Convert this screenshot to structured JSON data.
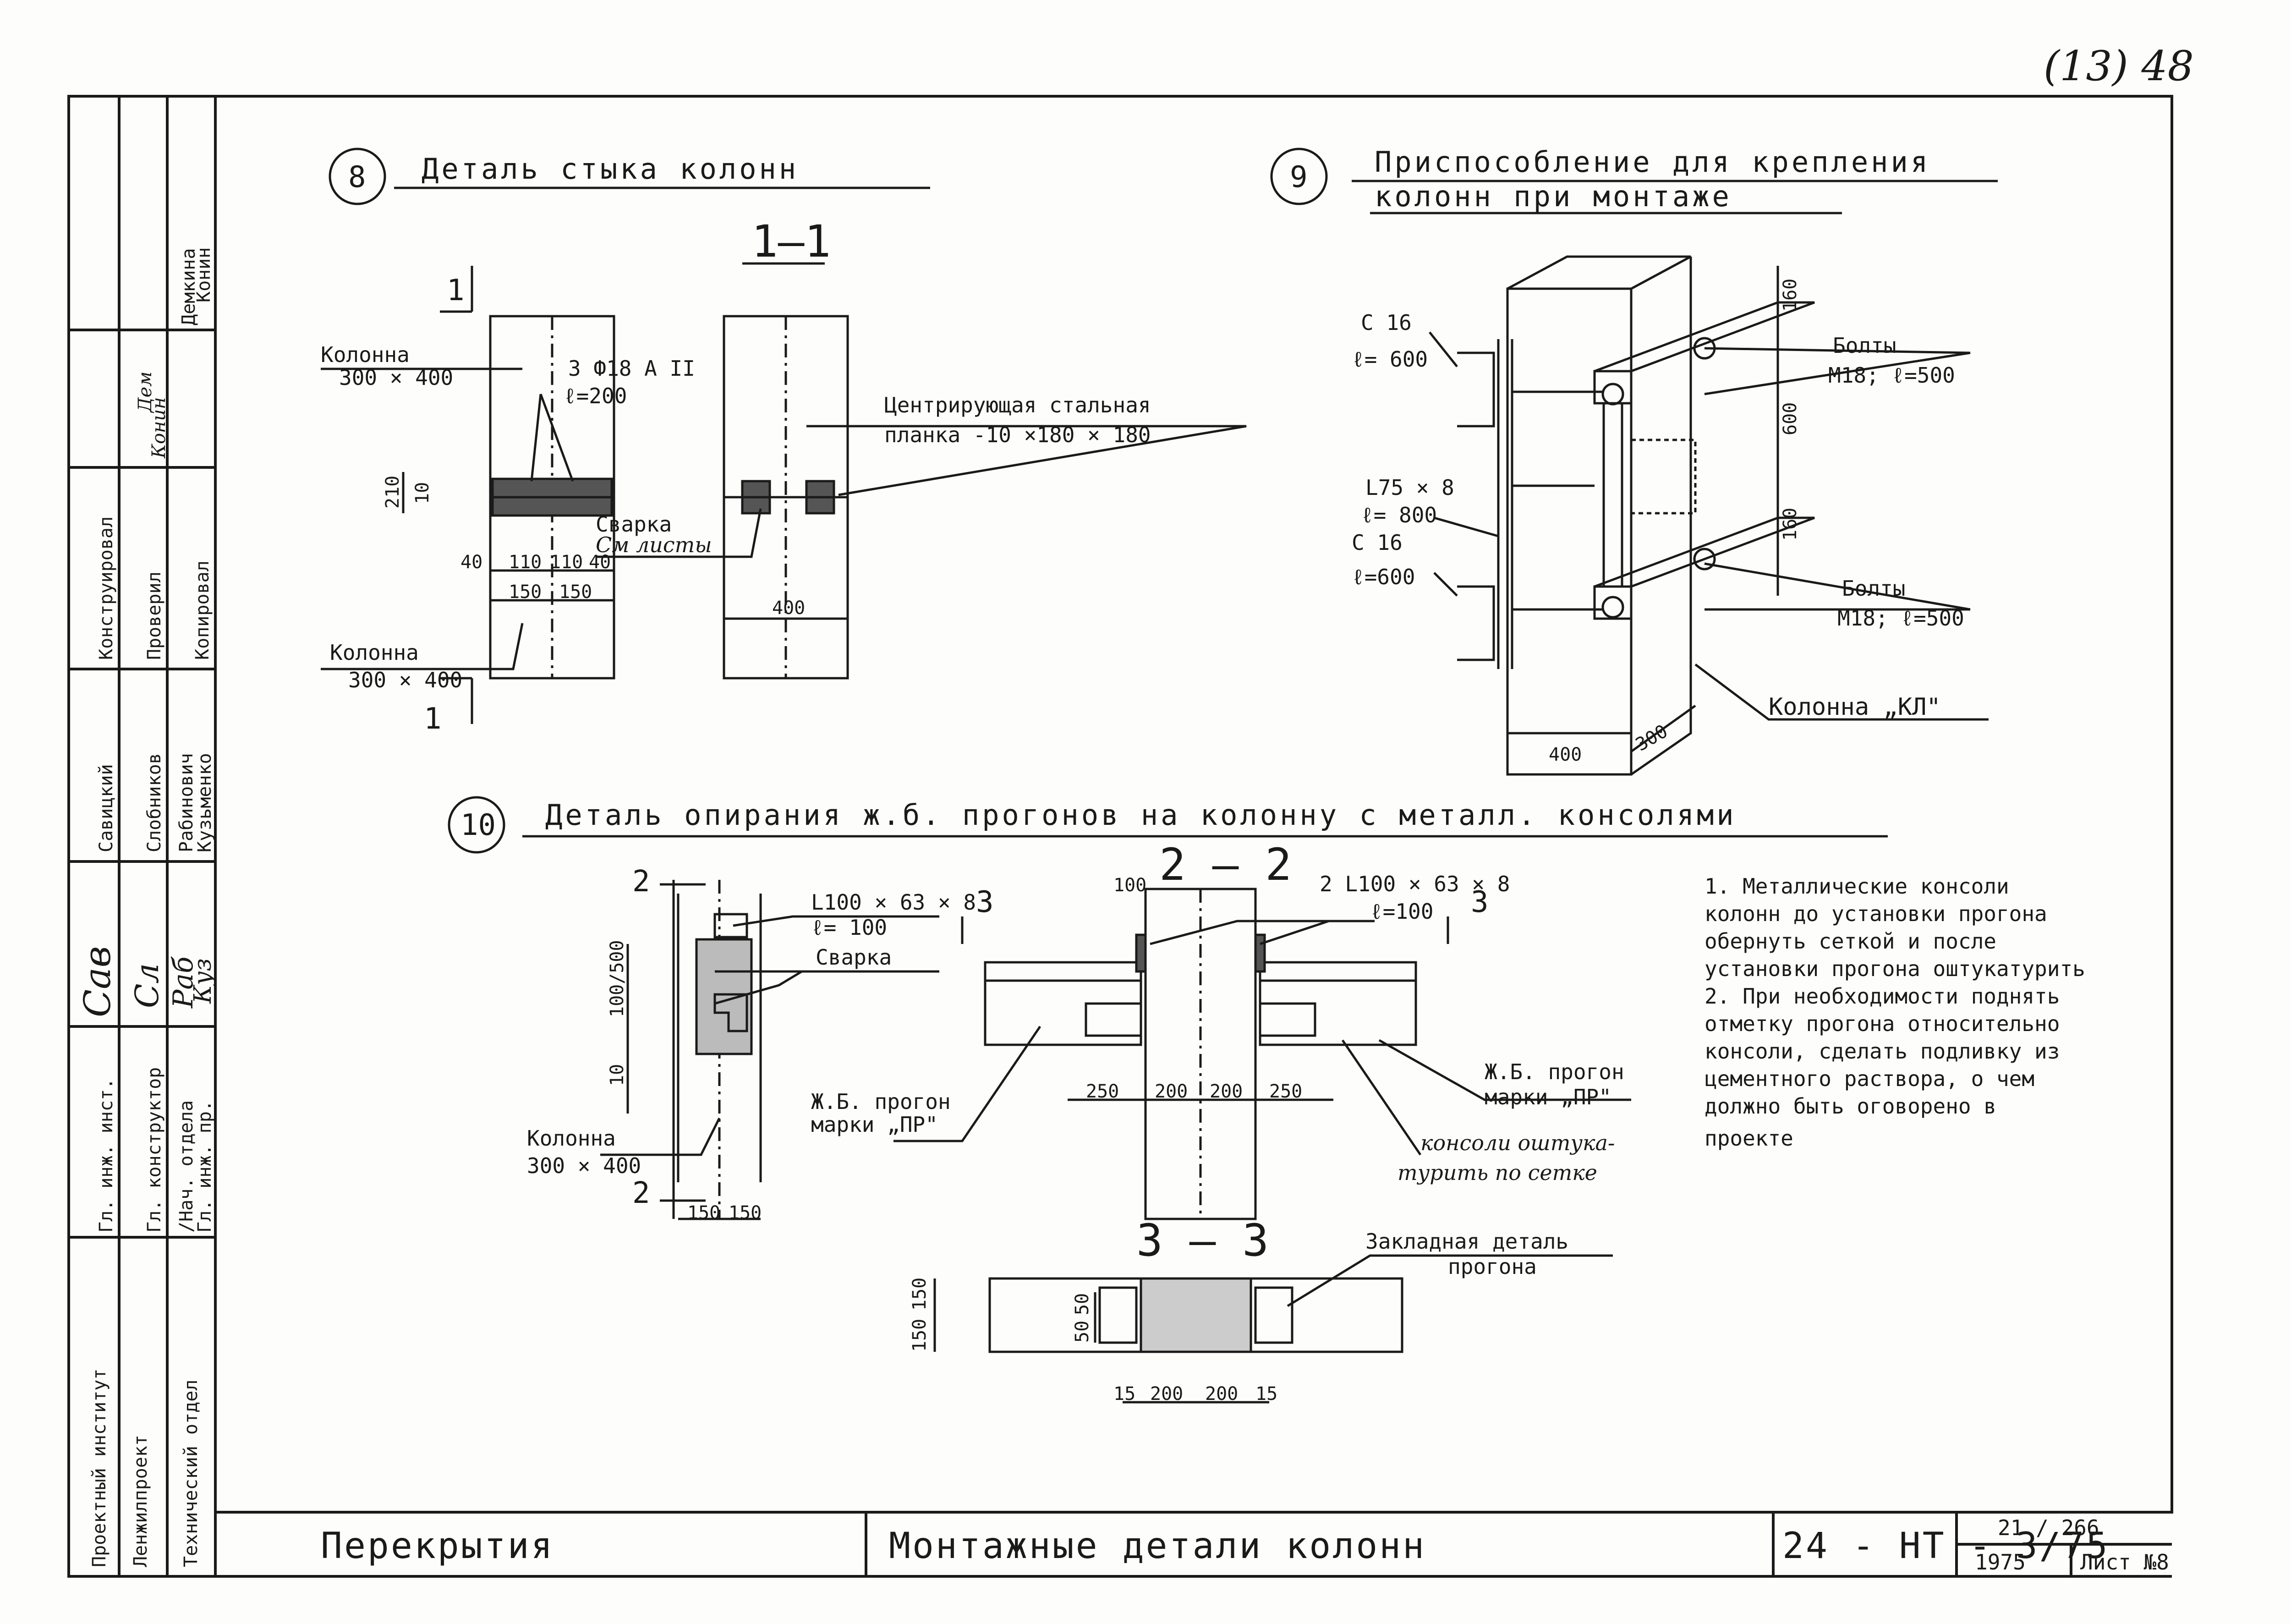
{
  "corner_mark": "(13) 48",
  "side_stamp": {
    "staff": [
      {
        "name": "Демкина",
        "sign": "Дем"
      },
      {
        "name": "Конин",
        "sign": "Конин"
      },
      {
        "role": "Конструировал",
        "name": "Савицкий",
        "sign": "Сав"
      },
      {
        "role": "Проверил",
        "name": "Слобников",
        "sign": "Сл"
      },
      {
        "role": "Копировал",
        "name": "Рабинович",
        "sign": "Раб"
      },
      {
        "name": "Кузьменко",
        "sign": "Куз"
      }
    ],
    "roles": [
      "Гл. инж. инст.",
      "Гл. конструктор",
      "/Нач. отдела",
      "Гл. инж. пр."
    ],
    "org_line1": "Проектный институт",
    "org_line2": "Ленжилпроект",
    "department": "Технический отдел"
  },
  "detail8": {
    "number": "8",
    "title": "Деталь стыка колонн",
    "section_mark": "1",
    "section_label": "1–1",
    "column_top": [
      "Колонна",
      "300 × 400"
    ],
    "column_bottom": [
      "Колонна",
      "300 × 400"
    ],
    "rebar": [
      "3 Ф18 А II",
      "ℓ=200"
    ],
    "plate": [
      "Центрирующая стальная",
      "планка -10 ×180 × 180"
    ],
    "welding": [
      "Сварка",
      "См листы"
    ],
    "dims": [
      "210",
      "10",
      "40",
      "110",
      "110",
      "40",
      "150",
      "150",
      "400"
    ]
  },
  "detail9": {
    "number": "9",
    "title_line1": "Приспособление для крепления",
    "title_line2": "колонн при монтаже",
    "channel_top": [
      "С 16",
      "ℓ= 600"
    ],
    "angle": [
      "L75 × 8",
      "ℓ= 800"
    ],
    "channel_bottom": [
      "С 16",
      "ℓ=600"
    ],
    "bolts_top": [
      "Болты",
      "М18; ℓ=500"
    ],
    "bolts_bottom": [
      "Болты",
      "М18; ℓ=500"
    ],
    "column": "Колонна „КЛ\"",
    "dims": [
      "160",
      "600",
      "160",
      "400",
      "300"
    ]
  },
  "detail10": {
    "number": "10",
    "title": "Деталь опирания ж.б. прогонов на колонну с металл. консолями",
    "angle_left": [
      "L100 × 63 × 8",
      "ℓ= 100"
    ],
    "welding": "Сварка",
    "column": [
      "Колонна",
      "300 × 400"
    ],
    "dims_left": [
      "100/500",
      "10",
      "150",
      "150"
    ],
    "section2_mark": "2",
    "section3_mark": "3",
    "section22_label": "2 – 2",
    "angle_right": [
      "2 L100 × 63 × 8",
      "ℓ=100"
    ],
    "dim_100": "100",
    "beam_left": [
      "Ж.Б. прогон",
      "марки „ПР\""
    ],
    "beam_right": [
      "Ж.Б. прогон",
      "марки „ПР\""
    ],
    "plaster_note": [
      "консоли оштука-",
      "турить по сетке"
    ],
    "dims_22": [
      "250",
      "200",
      "200",
      "250"
    ],
    "section33_label": "3 – 3",
    "embedded": [
      "Закладная деталь",
      "прогона"
    ],
    "dims_33": [
      "15",
      "200",
      "200",
      "15"
    ],
    "dims_33_v": [
      "150",
      "150",
      "50",
      "50"
    ]
  },
  "notes": [
    "1. Металлические консоли",
    "колонн до установки прогона",
    "обернуть сеткой и после",
    "установки прогона оштукатурить",
    "2. При необходимости поднять",
    "отметку прогона относительно",
    "консоли, сделать подливку из",
    "цементного раствора, о чем",
    "должно быть оговорено в",
    "проекте"
  ],
  "title_block": {
    "section": "Перекрытия",
    "sheet_title": "Монтажные детали колонн",
    "code": "24 - НТ - 3/75",
    "album": "21 / 266",
    "year": "1975",
    "sheet": "Лист №8"
  }
}
